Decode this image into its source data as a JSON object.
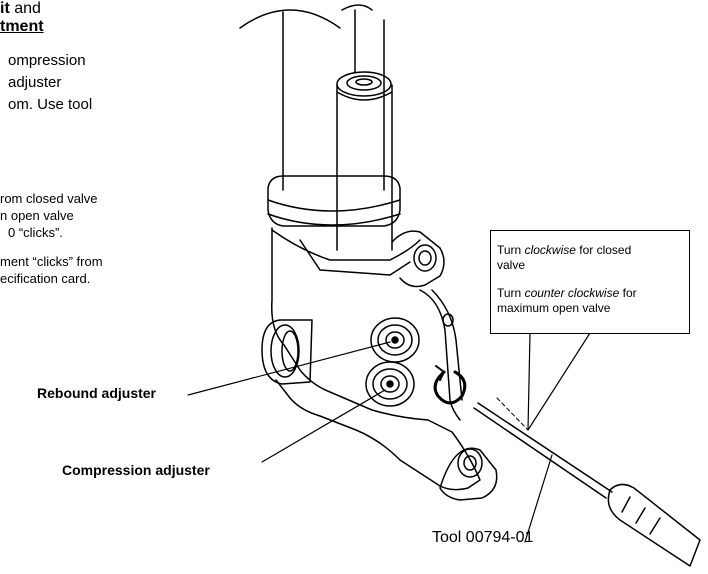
{
  "heading": {
    "line1_bold": "it",
    "line1_rest": " and",
    "line2": "tment"
  },
  "intro": [
    "ompression",
    "adjuster",
    "om. Use tool"
  ],
  "steps": {
    "a": [
      "rom closed valve",
      "n open valve",
      "0 “clicks”."
    ],
    "b": [
      "ment “clicks” from",
      "ecification card."
    ]
  },
  "callout": {
    "line1_pre": "Turn ",
    "line1_em": "clockwise",
    "line1_post": " for closed",
    "line1_cont": "valve",
    "line2_pre": "Turn ",
    "line2_em": "counter clockwise",
    "line2_post": " for",
    "line2_cont": "maximum open valve"
  },
  "labels": {
    "rebound": "Rebound adjuster",
    "compression": "Compression adjuster",
    "tool": "Tool 00794-01"
  }
}
